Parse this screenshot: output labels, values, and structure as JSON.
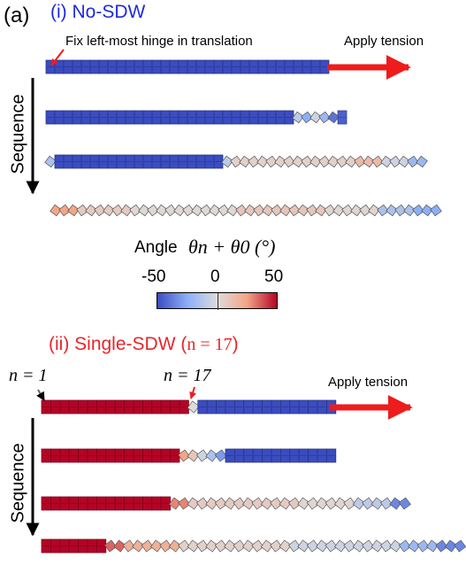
{
  "panel_label": "(a)",
  "section1": {
    "title": "(i) No-SDW",
    "fix_note": "Fix left-most hinge in translation",
    "tension_label": "Apply tension",
    "sequence_label": "Sequence"
  },
  "section2": {
    "title_prefix": "(ii) Single-SDW (",
    "title_math": "n = 17",
    "title_suffix": ")",
    "n_first_label": "n = 1",
    "n_sdw_label": "n = 17",
    "tension_label": "Apply tension",
    "sequence_label": "Sequence"
  },
  "colorbar": {
    "title": "Angle",
    "formula": "θn + θ0 (°)",
    "min_label": "-50",
    "mid_label": "0",
    "max_label": "50",
    "colors": [
      "#3b4cc0",
      "#8caff8",
      "#dddcdb",
      "#f4a587",
      "#b40426"
    ]
  },
  "arrow_color": "#ee1c1c",
  "chains": {
    "section1": [
      {
        "segments": [
          {
            "count": 32,
            "angle": -50
          }
        ]
      },
      {
        "segments": [
          {
            "count": 28,
            "angle": -50
          },
          {
            "count": 1,
            "angle": -10
          },
          {
            "count": 1,
            "angle": -25
          },
          {
            "count": 1,
            "angle": -5
          },
          {
            "count": 1,
            "angle": -20
          },
          {
            "count": 1,
            "angle": -40
          },
          {
            "count": 1,
            "angle": -45
          }
        ]
      },
      {
        "segments": [
          {
            "count": 1,
            "angle": -15
          },
          {
            "count": 19,
            "angle": -50
          },
          {
            "count": 1,
            "angle": -10
          },
          {
            "count": 14,
            "angle": 5
          },
          {
            "count": 3,
            "angle": 15
          },
          {
            "count": 3,
            "angle": -5
          },
          {
            "count": 2,
            "angle": -20
          }
        ]
      },
      {
        "segments": [
          {
            "count": 3,
            "angle": 25
          },
          {
            "count": 6,
            "angle": 8
          },
          {
            "count": 12,
            "angle": 2
          },
          {
            "count": 10,
            "angle": 10
          },
          {
            "count": 6,
            "angle": 3
          },
          {
            "count": 4,
            "angle": -15
          },
          {
            "count": 3,
            "angle": -25
          }
        ]
      }
    ],
    "section2": [
      {
        "segments": [
          {
            "count": 16,
            "angle": 50
          },
          {
            "count": 1,
            "angle": 0
          },
          {
            "count": 15,
            "angle": -50
          }
        ]
      },
      {
        "segments": [
          {
            "count": 15,
            "angle": 50
          },
          {
            "count": 1,
            "angle": 25
          },
          {
            "count": 1,
            "angle": 10
          },
          {
            "count": 1,
            "angle": -5
          },
          {
            "count": 1,
            "angle": -15
          },
          {
            "count": 1,
            "angle": -30
          },
          {
            "count": 12,
            "angle": -50
          }
        ]
      },
      {
        "segments": [
          {
            "count": 14,
            "angle": 50
          },
          {
            "count": 2,
            "angle": 30
          },
          {
            "count": 12,
            "angle": 8
          },
          {
            "count": 6,
            "angle": 3
          },
          {
            "count": 4,
            "angle": -10
          },
          {
            "count": 2,
            "angle": -35
          }
        ]
      },
      {
        "segments": [
          {
            "count": 7,
            "angle": 50
          },
          {
            "count": 2,
            "angle": 35
          },
          {
            "count": 6,
            "angle": 20
          },
          {
            "count": 12,
            "angle": 5
          },
          {
            "count": 12,
            "angle": -5
          },
          {
            "count": 4,
            "angle": -20
          },
          {
            "count": 3,
            "angle": -35
          }
        ]
      }
    ]
  }
}
